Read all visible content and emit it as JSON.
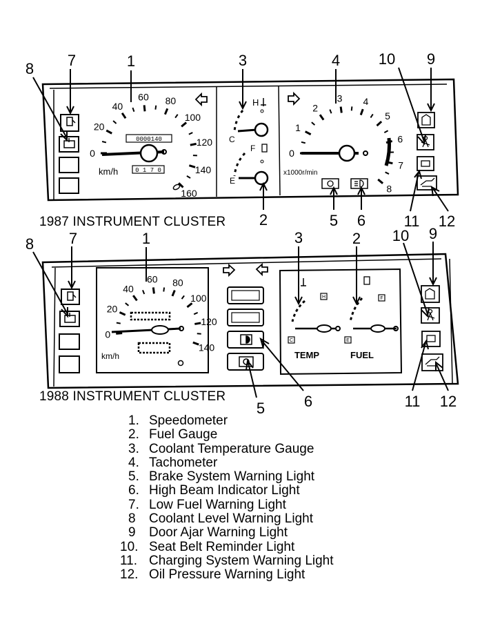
{
  "clusters": [
    {
      "caption": "1987 INSTRUMENT CLUSTER",
      "speedometer": {
        "ticks": [
          "0",
          "20",
          "40",
          "60",
          "80",
          "100",
          "120",
          "140",
          "160"
        ],
        "unit": "km/h",
        "odometer": "0000140",
        "trip": "0 1 7 0"
      },
      "temp_gauge": {
        "hot": "H",
        "cold": "C"
      },
      "fuel_gauge": {
        "full": "F",
        "empty": "E"
      },
      "tachometer": {
        "ticks": [
          "0",
          "1",
          "2",
          "3",
          "4",
          "5",
          "6",
          "7",
          "8"
        ],
        "unit": "x1000r/min"
      },
      "callouts": [
        "7",
        "1",
        "3",
        "4",
        "10",
        "9",
        "8",
        "2",
        "5",
        "6",
        "11",
        "12"
      ]
    },
    {
      "caption": "1988 INSTRUMENT CLUSTER",
      "speedometer": {
        "ticks": [
          "0",
          "20",
          "40",
          "60",
          "80",
          "100",
          "120",
          "140"
        ],
        "unit": "km/h"
      },
      "temp_gauge": {
        "hot": "H",
        "cold": "C",
        "label": "TEMP"
      },
      "fuel_gauge": {
        "full": "F",
        "empty": "E",
        "label": "FUEL"
      },
      "callouts": [
        "8",
        "7",
        "1",
        "3",
        "2",
        "10",
        "9",
        "11",
        "12",
        "5",
        "6"
      ]
    }
  ],
  "legend": [
    {
      "num": "1.",
      "label": "Speedometer"
    },
    {
      "num": "2.",
      "label": "Fuel Gauge"
    },
    {
      "num": "3.",
      "label": "Coolant Temperature Gauge"
    },
    {
      "num": "4.",
      "label": "Tachometer"
    },
    {
      "num": "5.",
      "label": "Brake System Warning Light"
    },
    {
      "num": "6.",
      "label": "High Beam Indicator Light"
    },
    {
      "num": "7.",
      "label": "Low Fuel Warning Light"
    },
    {
      "num": "8",
      "label": "Coolant Level Warning Light"
    },
    {
      "num": "9",
      "label": "Door Ajar Warning Light"
    },
    {
      "num": "10.",
      "label": "Seat Belt Reminder Light"
    },
    {
      "num": "11.",
      "label": "Charging System Warning Light"
    },
    {
      "num": "12.",
      "label": "Oil Pressure Warning Light"
    }
  ],
  "icons": [
    "fuel-pump-icon",
    "coolant-icon",
    "door-ajar-icon",
    "seat-belt-icon",
    "battery-icon",
    "oil-can-icon",
    "brake-icon",
    "high-beam-icon",
    "turn-left-arrow-icon",
    "turn-right-arrow-icon"
  ]
}
